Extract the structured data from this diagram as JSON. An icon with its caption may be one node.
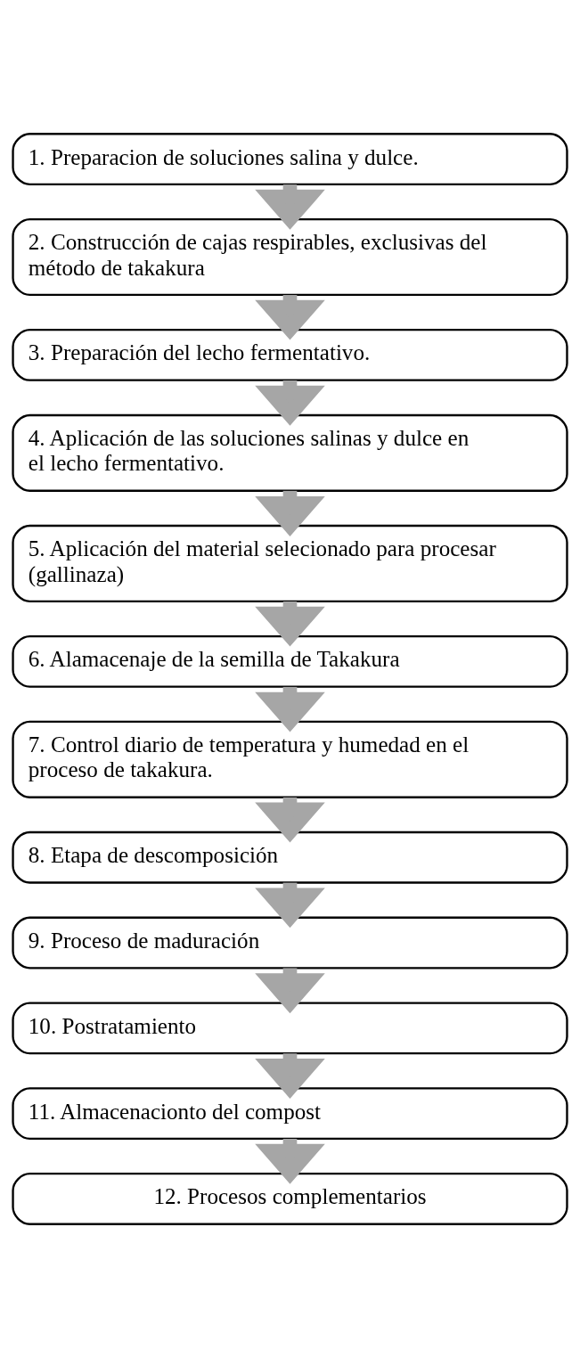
{
  "diagram": {
    "nodes": [
      {
        "text": [
          "1. Preparacion de soluciones salina y dulce."
        ]
      },
      {
        "text": [
          "2. Construcción de cajas respirables, exclusivas del método de takakura"
        ]
      },
      {
        "text": [
          "3. Preparación del lecho fermentativo."
        ]
      },
      {
        "text": [
          "4. Aplicación de las soluciones salinas y dulce en el lecho fermentativo."
        ]
      },
      {
        "text": [
          "5. Aplicación del material selecionado para procesar (gallinaza)"
        ]
      },
      {
        "text": [
          "6. Alamacenaje de la semilla de Takakura"
        ]
      },
      {
        "text": [
          "7. Control diario de temperatura y humedad en el proceso de takakura."
        ]
      },
      {
        "text": [
          "8. Etapa de descomposición"
        ]
      },
      {
        "text": [
          "9. Proceso de maduración"
        ]
      },
      {
        "text": [
          "10. Postratamiento"
        ]
      },
      {
        "text": [
          "11. Almacenacionto del compost"
        ]
      },
      {
        "text": [
          "12. Procesos complementarios"
        ]
      }
    ],
    "edges": [
      {
        "from": 0,
        "to": 1,
        "arrow": "to"
      },
      {
        "from": 1,
        "to": 2,
        "arrow": "to"
      },
      {
        "from": 2,
        "to": 3,
        "arrow": "to"
      },
      {
        "from": 3,
        "to": 4,
        "arrow": "to"
      },
      {
        "from": 4,
        "to": 5,
        "arrow": "to"
      },
      {
        "from": 5,
        "to": 6,
        "arrow": "to"
      },
      {
        "from": 6,
        "to": 7,
        "arrow": "to"
      },
      {
        "from": 7,
        "to": 8,
        "arrow": "to"
      },
      {
        "from": 8,
        "to": 9,
        "arrow": "to"
      },
      {
        "from": 9,
        "to": 10,
        "arrow": "to"
      },
      {
        "from": 10,
        "to": 11,
        "arrow": "to"
      }
    ]
  }
}
